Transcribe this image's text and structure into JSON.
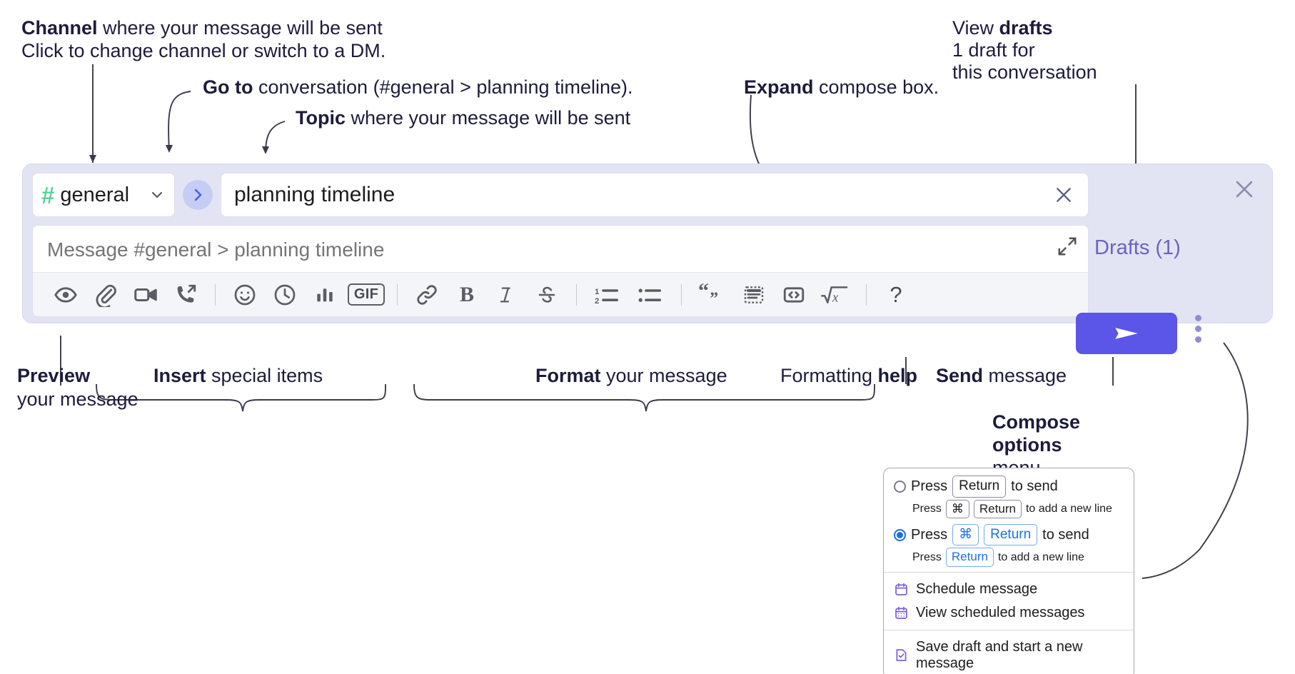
{
  "annotations": {
    "channel": {
      "bold": "Channel",
      "rest": " where your message will be sent",
      "sub": "Click to change channel or switch to a DM."
    },
    "goto": {
      "bold": "Go to",
      "rest": " conversation (#general > planning timeline)."
    },
    "topic": {
      "bold": "Topic",
      "rest": " where your message will be sent"
    },
    "expand": {
      "bold": "Expand",
      "rest": " compose box."
    },
    "drafts": {
      "pre": "View ",
      "bold": "drafts",
      "sub1": "1 draft for",
      "sub2": "this conversation"
    },
    "preview": {
      "bold": "Preview",
      "line2": "your message"
    },
    "insert": {
      "bold": "Insert",
      "rest": " special items"
    },
    "format": {
      "bold": "Format",
      "rest": " your message"
    },
    "help": {
      "pre": "Formatting ",
      "bold": "help"
    },
    "send": {
      "bold": "Send",
      "rest": " message"
    },
    "compose_options": {
      "bold1": "Compose",
      "bold2": "options",
      "rest": "menu"
    }
  },
  "compose": {
    "channel_name": "general",
    "channel_hash": "#",
    "topic_value": "planning timeline",
    "message_placeholder": "Message #general > planning timeline",
    "drafts_label": "Drafts (1)",
    "toolbar": [
      {
        "name": "preview-icon",
        "label": "Preview"
      },
      {
        "name": "attachment-icon",
        "label": "Attach file"
      },
      {
        "name": "video-icon",
        "label": "Video"
      },
      {
        "name": "call-icon",
        "label": "Call"
      },
      {
        "name": "emoji-icon",
        "label": "Emoji"
      },
      {
        "name": "clock-icon",
        "label": "Reminder"
      },
      {
        "name": "poll-icon",
        "label": "Poll"
      },
      {
        "name": "gif-icon",
        "label": "GIF"
      },
      {
        "name": "link-icon",
        "label": "Link"
      },
      {
        "name": "bold-icon",
        "label": "B"
      },
      {
        "name": "italic-icon",
        "label": "I"
      },
      {
        "name": "strikethrough-icon",
        "label": "S"
      },
      {
        "name": "ordered-list-icon",
        "label": "Ordered list"
      },
      {
        "name": "bulleted-list-icon",
        "label": "Bulleted list"
      },
      {
        "name": "blockquote-icon",
        "label": "Blockquote"
      },
      {
        "name": "code-block-icon",
        "label": "Code block"
      },
      {
        "name": "code-icon",
        "label": "Code"
      },
      {
        "name": "math-icon",
        "label": "Math"
      },
      {
        "name": "help-icon",
        "label": "?"
      }
    ]
  },
  "menu": {
    "option1": {
      "pre": "Press",
      "key": "Return",
      "post": "to send",
      "sub_pre": "Press",
      "sub_key1": "⌘",
      "sub_key2": "Return",
      "sub_post": "to add a new line",
      "selected": false
    },
    "option2": {
      "pre": "Press",
      "key1": "⌘",
      "key2": "Return",
      "post": "to send",
      "sub_pre": "Press",
      "sub_key": "Return",
      "sub_post": "to add a new line",
      "selected": true
    },
    "items": [
      {
        "icon": "calendar-icon",
        "label": "Schedule message"
      },
      {
        "icon": "calendar-grid-icon",
        "label": "View scheduled messages"
      },
      {
        "icon": "save-draft-icon",
        "label": "Save draft and start a new message"
      }
    ]
  },
  "colors": {
    "accent": "#5b55e8",
    "shell_bg": "#e3e4f3",
    "hash_green": "#5ecf9a",
    "drafts_purple": "#6c63bf",
    "radio_blue": "#1d6fe8",
    "menu_icon_purple": "#7a63d8"
  }
}
